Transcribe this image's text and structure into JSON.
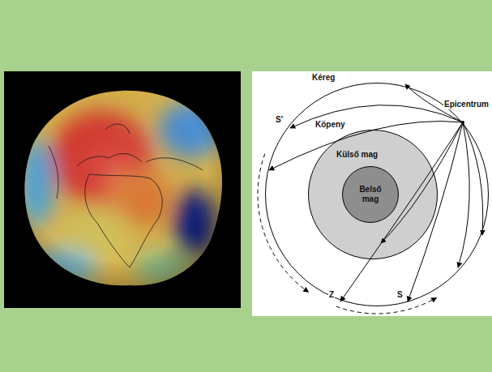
{
  "diagram": {
    "nodes": [
      {
        "text": [
          "Kéreg",
          "Köpeny"
        ]
      },
      {
        "text": [
          "Külső mag"
        ],
        "in": 0
      },
      {
        "text": [
          "Belső mag"
        ],
        "in": 1
      }
    ],
    "labels": [
      "Epicentrum",
      "S'",
      "Z",
      "S"
    ]
  }
}
